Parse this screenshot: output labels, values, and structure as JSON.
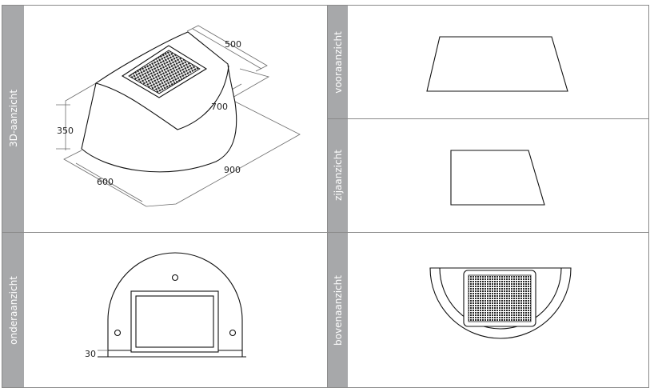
{
  "panels": {
    "view_3d": {
      "label": "3D-aanzicht"
    },
    "front": {
      "label": "vooraanzicht"
    },
    "side": {
      "label": "zijaanzicht"
    },
    "bottom": {
      "label": "onderaanzicht"
    },
    "top": {
      "label": "bovenaanzicht"
    }
  },
  "dimensions": {
    "width_top": "500",
    "depth_top": "700",
    "height": "350",
    "width_bottom": "600",
    "depth_bottom": "900",
    "rim": "30"
  },
  "colors": {
    "tab": "#a7a8aa",
    "frame": "#8a8a8a",
    "grid": "#2a2a2a"
  }
}
